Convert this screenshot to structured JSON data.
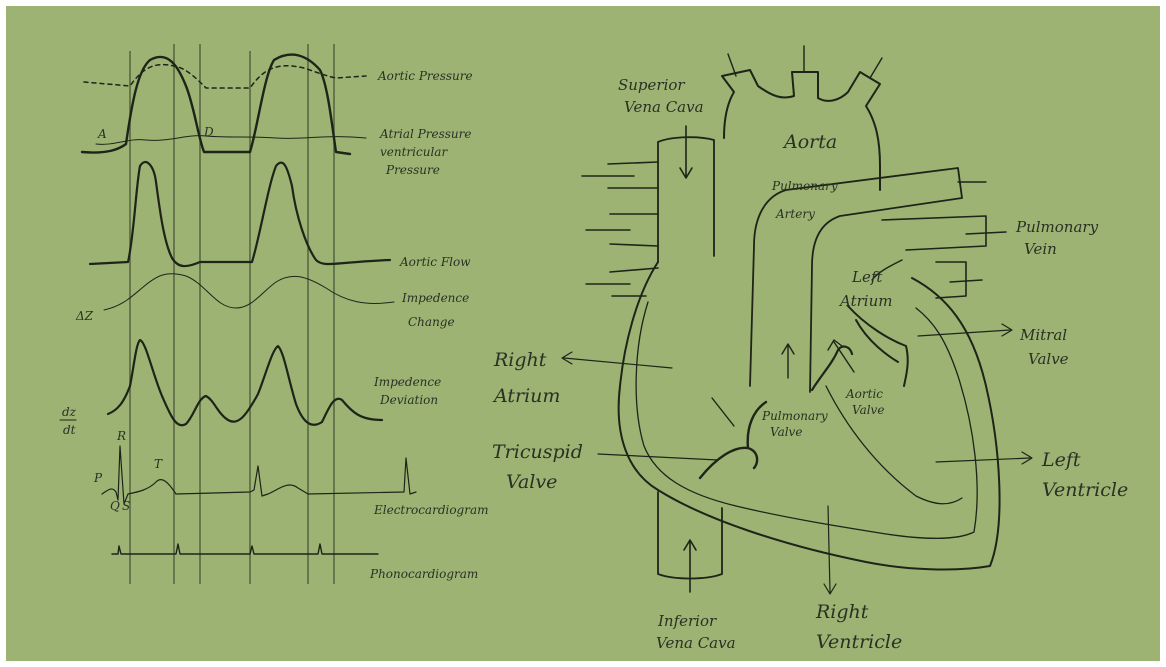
{
  "colors": {
    "paper": "#9cb374",
    "ink": "#1e2418",
    "pencil": "#4f5e3f",
    "label": "#2a3124"
  },
  "waveform_labels": {
    "aortic_pressure": "Aortic Pressure",
    "atrial_pressure": "Atrial Pressure",
    "ventricular_pressure_1": "ventricular",
    "ventricular_pressure_2": "Pressure",
    "aortic_flow": "Aortic Flow",
    "impedance_change_1": "Impedence",
    "impedance_change_2": "Change",
    "impedance_deviation_1": "Impedence",
    "impedance_deviation_2": "Deviation",
    "electrocardiogram": "Electrocardiogram",
    "phonocardiogram": "Phonocardiogram",
    "marker_a": "A",
    "marker_d": "D",
    "delta_z": "ΔZ",
    "dzdt_num": "dz",
    "dzdt_den": "dt",
    "ecg_p": "P",
    "ecg_q": "Q",
    "ecg_r": "R",
    "ecg_s": "S",
    "ecg_t": "T"
  },
  "heart_labels": {
    "superior_vena_cava_1": "Superior",
    "superior_vena_cava_2": "Vena Cava",
    "aorta": "Aorta",
    "pulmonary_artery_1": "Pulmonary",
    "pulmonary_artery_2": "Artery",
    "pulmonary_vein_1": "Pulmonary",
    "pulmonary_vein_2": "Vein",
    "left_atrium_1": "Left",
    "left_atrium_2": "Atrium",
    "mitral_valve_1": "Mitral",
    "mitral_valve_2": "Valve",
    "right_atrium_1": "Right",
    "right_atrium_2": "Atrium",
    "aortic_valve_1": "Aortic",
    "aortic_valve_2": "Valve",
    "pulmonary_valve_1": "Pulmonary",
    "pulmonary_valve_2": "Valve",
    "tricuspid_valve_1": "Tricuspid",
    "tricuspid_valve_2": "Valve",
    "left_ventricle_1": "Left",
    "left_ventricle_2": "Ventricle",
    "inferior_vena_cava_1": "Inferior",
    "inferior_vena_cava_2": "Vena Cava",
    "right_ventricle_1": "Right",
    "right_ventricle_2": "Ventricle"
  }
}
